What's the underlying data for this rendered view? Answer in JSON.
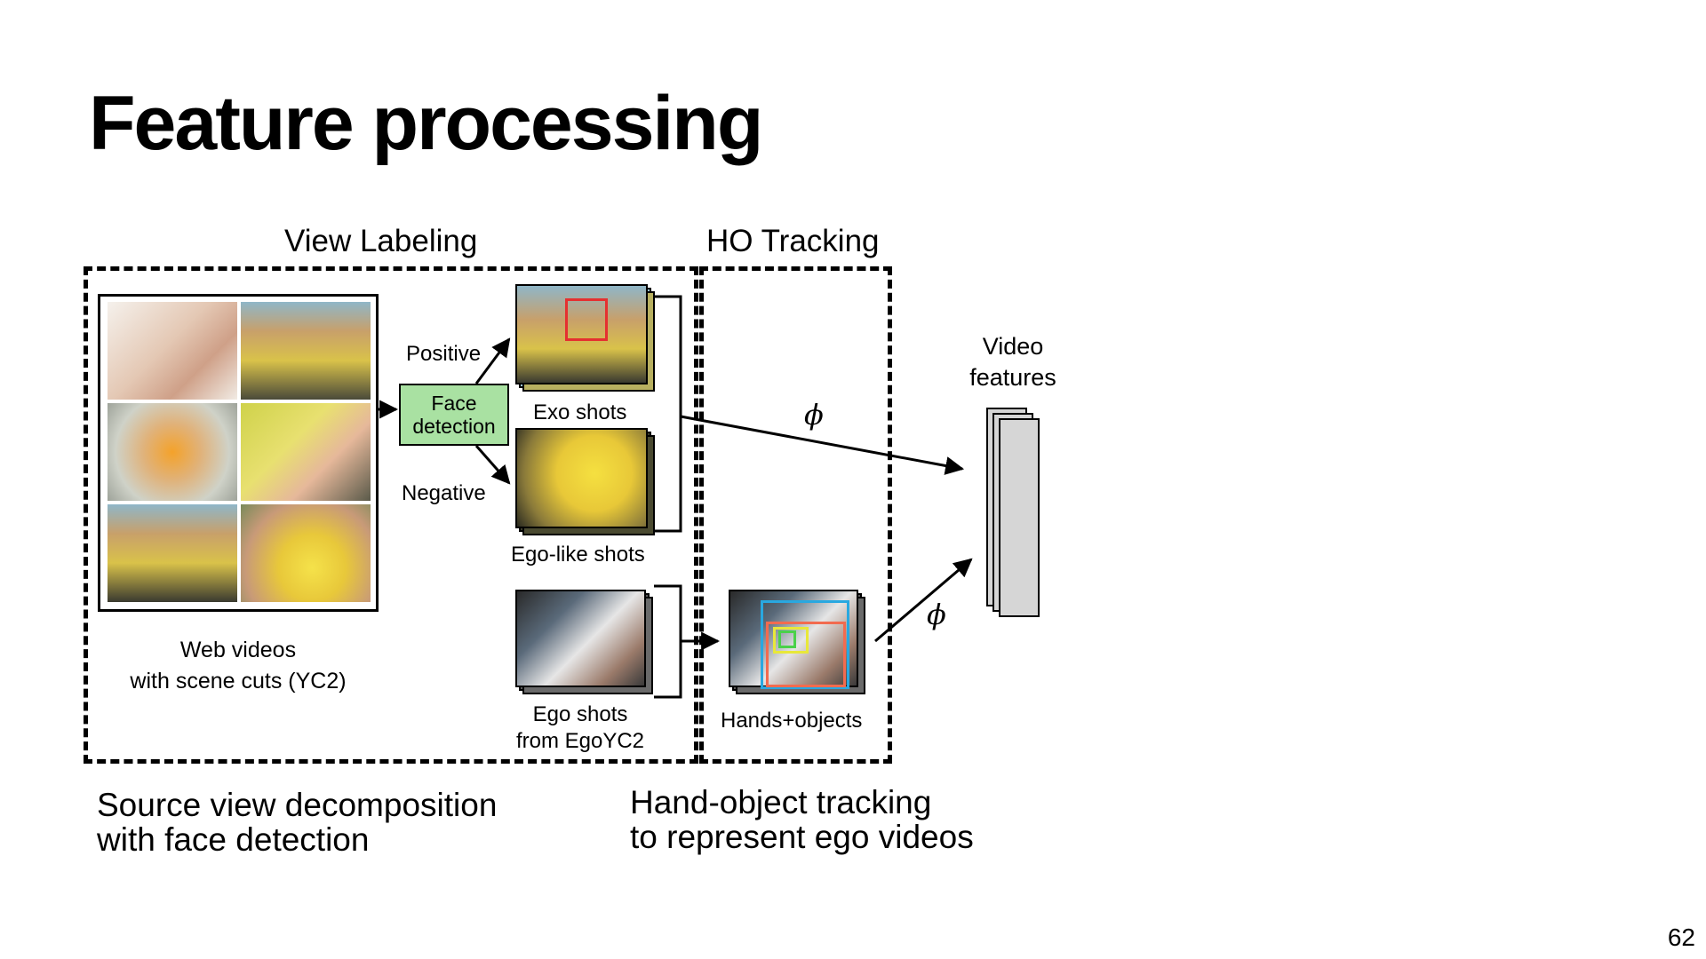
{
  "slide": {
    "title": "Feature processing",
    "page_number": "62"
  },
  "sections": {
    "view_labeling": "View Labeling",
    "ho_tracking": "HO Tracking"
  },
  "labels": {
    "web_videos_line1": "Web videos",
    "web_videos_line2": "with scene cuts (YC2)",
    "positive": "Positive",
    "negative": "Negative",
    "face_detection_line1": "Face",
    "face_detection_line2": "detection",
    "exo_shots": "Exo shots",
    "ego_like_shots": "Ego-like shots",
    "ego_shots_line1": "Ego shots",
    "ego_shots_line2": "from EgoYC2",
    "hands_objects": "Hands+objects",
    "video_features_line1": "Video",
    "video_features_line2": "features",
    "phi_top": "ϕ",
    "phi_bottom": "ϕ"
  },
  "captions": {
    "left_line1": "Source view decomposition",
    "left_line2": "with face detection",
    "right_line1": "Hand-object tracking",
    "right_line2": "to represent ego videos"
  },
  "colors": {
    "face_detection_fill": "#a9e1a2",
    "face_bbox": "#e53030",
    "hand_box_outer": "#29a8e0",
    "hand_box_mid": "#f26b4f",
    "hand_box_object": "#e8e83a",
    "hand_box_green": "#4bd14b",
    "feature_card_fill": "#d6d6d6"
  }
}
